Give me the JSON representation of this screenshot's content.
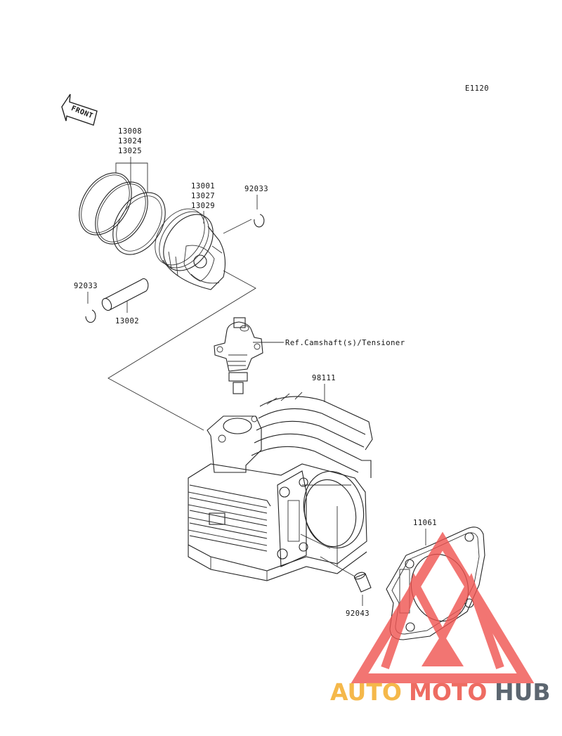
{
  "diagram_code": "E1120",
  "front_label": "FRONT",
  "ref_note": "Ref.Camshaft(s)/Tensioner",
  "parts": {
    "rings": [
      "13008",
      "13024",
      "13025"
    ],
    "piston": [
      "13001",
      "13027",
      "13029"
    ],
    "circlip_right": "92033",
    "circlip_left": "92033",
    "piston_pin": "13002",
    "cylinder": "98111",
    "gasket": "11061",
    "dowel_pin": "92043"
  },
  "watermark": {
    "part1": "AUTO",
    "part2": "MOTO",
    "part3": "HUB",
    "colors": {
      "auto": "#f5b84a",
      "moto": "#ee6c62",
      "hub": "#5c6670",
      "triangle": "#ef5350"
    }
  }
}
